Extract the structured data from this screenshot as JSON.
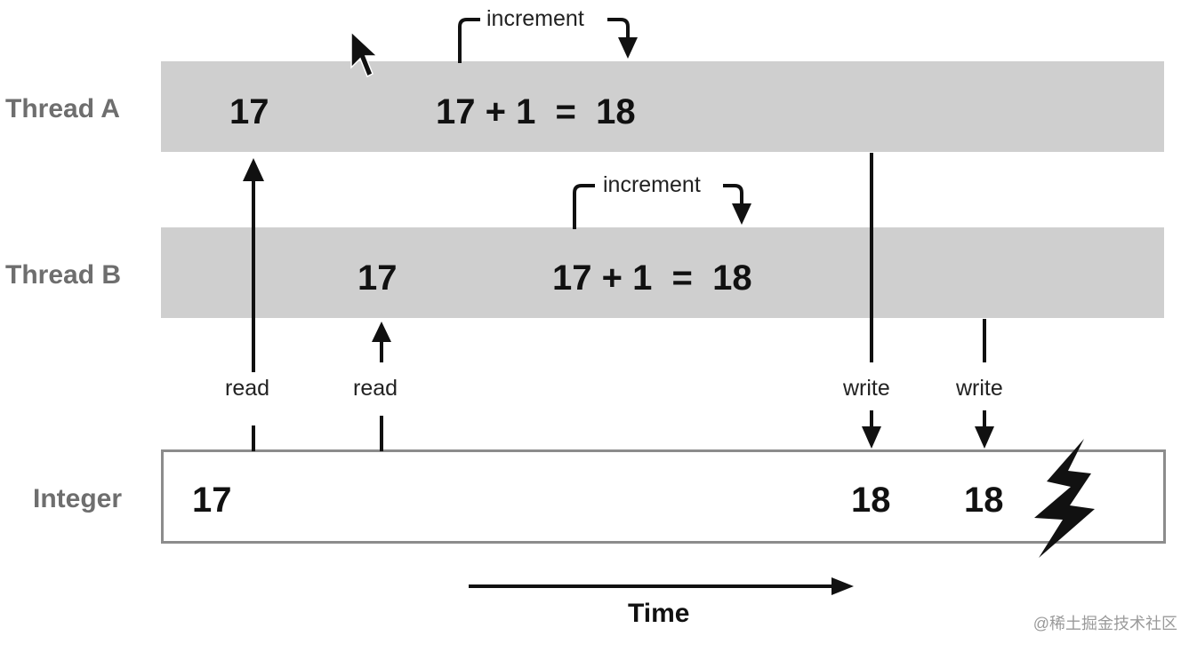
{
  "threads": {
    "a": {
      "label": "Thread A",
      "read_value": "17",
      "calc": "17 + 1  =  18",
      "increment_label": "increment"
    },
    "b": {
      "label": "Thread B",
      "read_value": "17",
      "calc": "17 + 1  =  18",
      "increment_label": "increment"
    }
  },
  "integer": {
    "label": "Integer",
    "initial_value": "17",
    "write_a_value": "18",
    "write_b_value": "18"
  },
  "ops": {
    "read_a": "read",
    "read_b": "read",
    "write_a": "write",
    "write_b": "write"
  },
  "time_label": "Time",
  "watermark": "@稀土掘金技术社区",
  "icons": {
    "cursor": "mouse-cursor-icon",
    "conflict": "lightning-bolt-icon"
  }
}
